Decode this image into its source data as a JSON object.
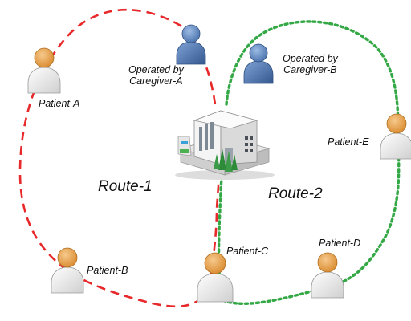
{
  "routes": [
    {
      "label": "Route-1",
      "color": "#e8292b"
    },
    {
      "label": "Route-2",
      "color": "#33a845"
    }
  ],
  "caregivers": [
    {
      "line1": "Operated by",
      "line2": "Caregiver-A"
    },
    {
      "line1": "Operated by",
      "line2": "Caregiver-B"
    }
  ],
  "patients": [
    "Patient-A",
    "Patient-B",
    "Patient-C",
    "Patient-D",
    "Patient-E"
  ],
  "colors": {
    "caregiver_head": "#6f95c8",
    "caregiver_body": "#4a72ad",
    "patient_head": "#e8a14e",
    "patient_body": "#eeeeee"
  },
  "icons": {
    "hub": "hospital-building-icon",
    "caregiver": "person-blue-icon",
    "patient": "person-orange-icon"
  }
}
